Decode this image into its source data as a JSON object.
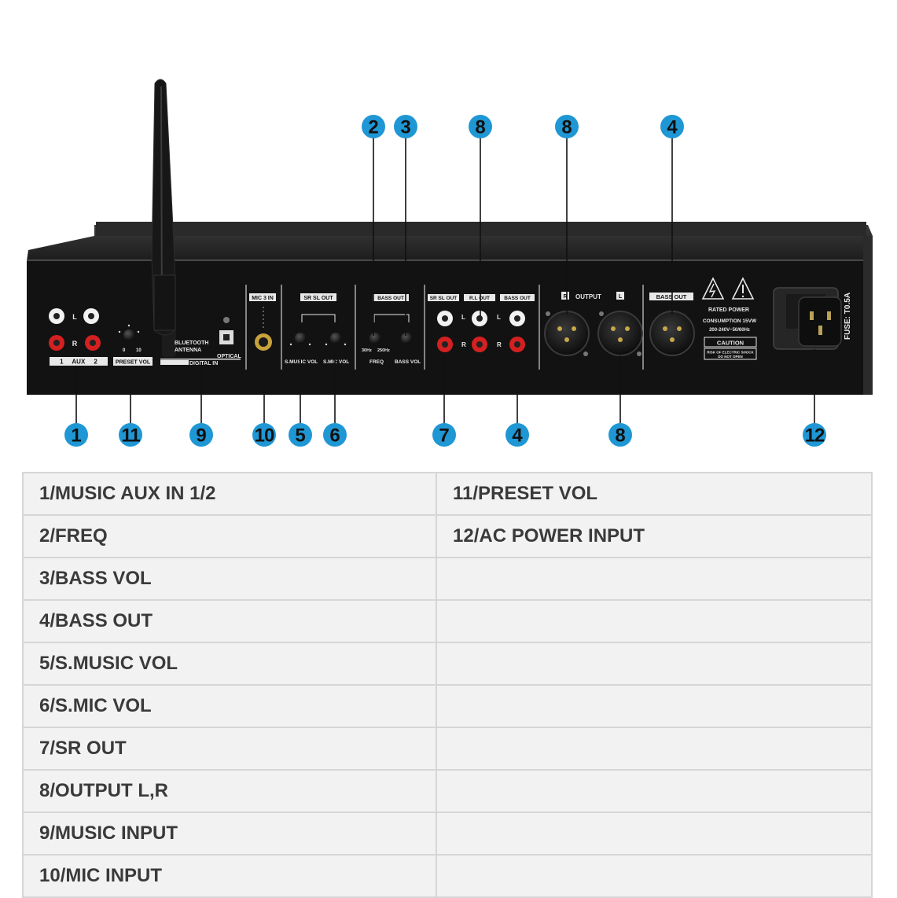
{
  "colors": {
    "callout_blue": "#1f97d4",
    "chassis": "#1a1a1a",
    "panel_face": "#111111",
    "silk": "#e8e8e8",
    "rca_red": "#d42020",
    "rca_white": "#f2f2f2",
    "table_bg": "#f2f2f2",
    "table_border": "#d6d6d6",
    "table_text": "#3a3a3a"
  },
  "panel": {
    "aux_label": "1     AUX     2",
    "aux_l": "L",
    "aux_r": "R",
    "preset_label": "PRESET VOL",
    "preset_scale_min": "0",
    "preset_scale_max": "10",
    "antenna_label": "BLUETOOTH\nANTENNA",
    "digital_in_label": "DIGITAL IN",
    "optical_label": "OPTICAL",
    "mic_label": "MIC 3 IN",
    "srsl_group_label": "SR SL OUT",
    "s_music_label": "S.MUSIC VOL",
    "s_mic_label": "S.MIC VOL",
    "bass_group_label": "BASS OUT",
    "freq_label": "FREQ",
    "freq_min": "30Hz",
    "freq_max": "250Hz",
    "bass_vol_label": "BASS VOL",
    "rca_srsl_label": "SR SL OUT",
    "rca_rl_label": "R.L OUT",
    "rca_bass_label": "BASS OUT",
    "rca_l": "L",
    "rca_r": "R",
    "output_label": "OUTPUT",
    "output_r_box": "R",
    "output_l_box": "L",
    "xlr_bass_label": "BASS OUT",
    "rated_power": "RATED POWER",
    "consumption": "CONSUMPTION 15VW",
    "voltage": "200-240V~50/60Hz",
    "caution": "CAUTION",
    "shock_warning_1": "RISK OF ELECTRIC SHOCK",
    "shock_warning_2": "DO NOT OPEN",
    "fuse": "FUSE: T0.5A"
  },
  "callouts": {
    "top": [
      "2",
      "3",
      "8",
      "8",
      "4"
    ],
    "bottom": [
      "1",
      "11",
      "9",
      "10",
      "5",
      "6",
      "7",
      "4",
      "8",
      "12"
    ]
  },
  "legend": {
    "rows": [
      [
        "1/MUSIC AUX IN 1/2",
        "11/PRESET VOL"
      ],
      [
        "2/FREQ",
        "12/AC POWER INPUT"
      ],
      [
        "3/BASS VOL",
        ""
      ],
      [
        "4/BASS OUT",
        ""
      ],
      [
        "5/S.MUSIC VOL",
        ""
      ],
      [
        "6/S.MIC VOL",
        ""
      ],
      [
        "7/SR OUT",
        ""
      ],
      [
        "8/OUTPUT L,R",
        ""
      ],
      [
        "9/MUSIC INPUT",
        ""
      ],
      [
        "10/MIC INPUT",
        ""
      ]
    ]
  }
}
